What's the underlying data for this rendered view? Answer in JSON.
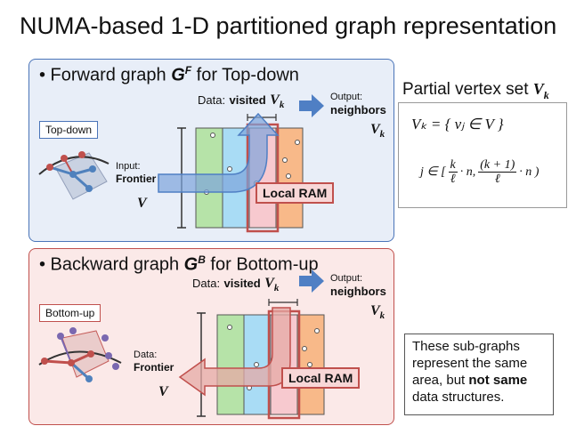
{
  "title": "NUMA-based 1-D partitioned graph representation",
  "top_panel": {
    "bullet_prefix": "• Forward graph ",
    "graph_symbol": "G",
    "graph_sup": "F",
    "bullet_suffix": " for Top-down",
    "mode_tag": "Top-down",
    "data_label": "Data:",
    "data_value": "visited",
    "vk": "V",
    "vk_sub": "k",
    "output_label": "Output:",
    "output_value": "neighbors",
    "input_label": "Input:",
    "input_value": "Frontier",
    "v_label": "V",
    "local_ram": "Local RAM"
  },
  "bottom_panel": {
    "bullet_prefix": "• Backward graph ",
    "graph_symbol": "G",
    "graph_sup": "B",
    "bullet_suffix": " for Bottom-up",
    "mode_tag": "Bottom-up",
    "data_label": "Data:",
    "data_value": "visited",
    "vk": "V",
    "vk_sub": "k",
    "output_label": "Output:",
    "output_value": "neighbors",
    "frontier_label": "Data:",
    "frontier_value": "Frontier",
    "v_label": "V",
    "local_ram": "Local RAM"
  },
  "right": {
    "heading_prefix": "Partial vertex set ",
    "heading_v": "V",
    "heading_sub": "k",
    "formula_line1": "Vₖ = { vⱼ ∈ V }",
    "formula_line2_pre": "j ∈ [",
    "formula_line2_frac1_num": "k",
    "formula_line2_frac1_den": "ℓ",
    "formula_line2_mid": "· n,",
    "formula_line2_frac2_num": "(k + 1)",
    "formula_line2_frac2_den": "ℓ",
    "formula_line2_end": "· n )",
    "note_part1": "These sub-graphs represent the same area, but ",
    "note_bold": "not same",
    "note_part2": " data structures."
  },
  "colors": {
    "partition_green": "#b6e3a8",
    "partition_blue": "#a9dcf5",
    "partition_pink": "#f7c9cf",
    "partition_orange": "#f8b989",
    "arrow_blue": "#4f7fc4",
    "ram_red": "#c0504d",
    "node_red": "#c0504d",
    "node_blue": "#4f81bd",
    "node_purple": "#7a68b0"
  }
}
